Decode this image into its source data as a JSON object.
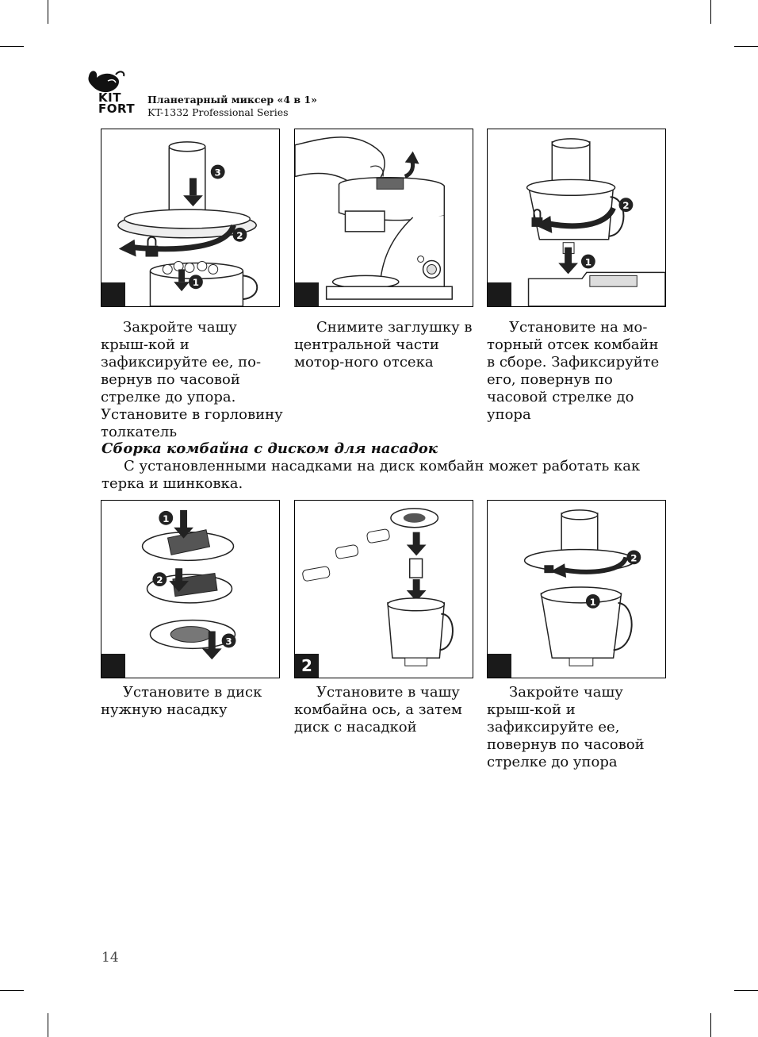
{
  "header": {
    "brand_line1": "KIT",
    "brand_line2": "FORT",
    "title": "Планетарный миксер «4 в 1»",
    "subtitle": "KT-1332 Professional Series"
  },
  "row1": [
    {
      "step": "",
      "caption": "Закройте чашу крыш-кой и зафиксируйте ее, по-вернув по часовой стрелке до упора. Установите в горловину толкатель",
      "badges": [
        "3",
        "2",
        "1"
      ]
    },
    {
      "step": "",
      "caption": "Снимите заглушку в центральной части мотор-ного отсека",
      "badges": []
    },
    {
      "step": "",
      "caption": "Установите на мо-торный отсек комбайн в сборе. Зафиксируйте его, повернув по часовой стрелке до упора",
      "badges": [
        "2",
        "1"
      ]
    }
  ],
  "section": {
    "title": "Сборка комбайна с диском для насадок",
    "body": "С установленными насадками на диск комбайн может работать как терка и шинковка."
  },
  "row2": [
    {
      "step": "",
      "caption": "Установите в диск нужную насадку",
      "badges": [
        "1",
        "2",
        "3"
      ]
    },
    {
      "step": "2",
      "caption": "Установите в чашу комбайна ось, а затем диск с насадкой",
      "badges": []
    },
    {
      "step": "",
      "caption": "Закройте чашу крыш-кой и зафиксируйте ее, повернув по часовой стрелке до упора",
      "badges": [
        "2",
        "1"
      ]
    }
  ],
  "page_number": "14"
}
